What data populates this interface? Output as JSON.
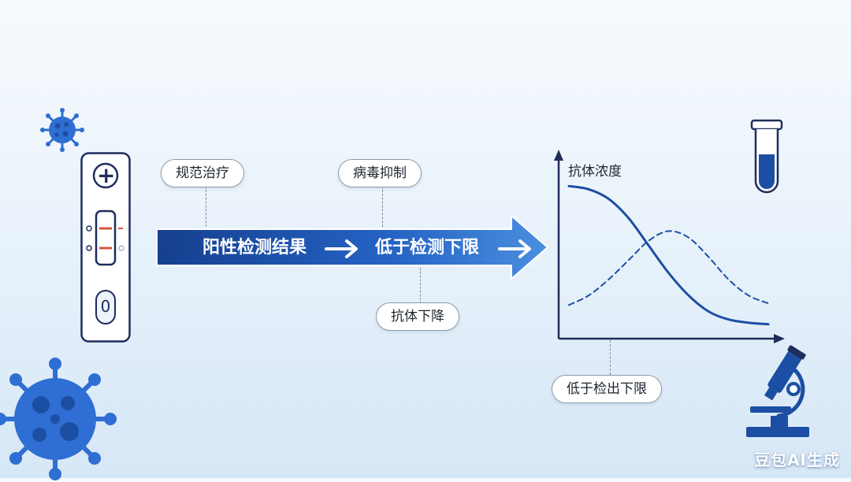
{
  "labels": {
    "treatment": "规范治疗",
    "virus_suppression": "病毒抑制",
    "antibody_decline": "抗体下降",
    "below_detection_limit": "低于检出下限"
  },
  "arrow": {
    "stage1": "阳性检测结果",
    "stage2": "低于检测下限"
  },
  "chart": {
    "y_axis_label": "抗体浓度"
  },
  "test_kit": {
    "plus_sign": "+",
    "sample_well": "0"
  },
  "watermark": "豆包AI生成",
  "colors": {
    "primary_blue": "#1c4fa3",
    "dark_navy": "#1f2d5c",
    "virus_blue": "#2f6ed2",
    "test_line_red": "#d6563f"
  },
  "chart_data": {
    "type": "line",
    "ylabel": "抗体浓度",
    "series": [
      {
        "x": [
          0,
          10,
          20,
          30,
          40,
          50,
          60,
          70,
          80,
          90,
          100
        ],
        "y": [
          0.92,
          0.9,
          0.84,
          0.72,
          0.55,
          0.38,
          0.24,
          0.14,
          0.09,
          0.07,
          0.06
        ]
      },
      {
        "x": [
          0,
          10,
          20,
          30,
          40,
          50,
          60,
          70,
          80,
          90,
          100
        ],
        "y": [
          0.18,
          0.24,
          0.34,
          0.46,
          0.58,
          0.64,
          0.6,
          0.48,
          0.34,
          0.24,
          0.19
        ]
      }
    ],
    "series_styles": [
      "solid",
      "dashed"
    ],
    "xlim": [
      0,
      100
    ],
    "ylim": [
      0,
      1
    ]
  }
}
